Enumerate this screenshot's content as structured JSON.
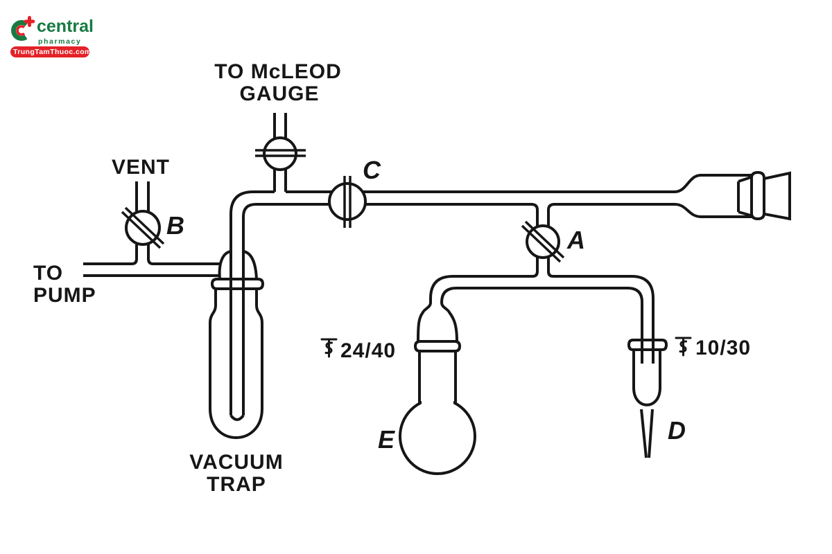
{
  "watermark": {
    "brand": "central",
    "subtitle": "pharmacy",
    "banner": "TrungTamThuoc.com",
    "colors": {
      "green": "#177a42",
      "red": "#e32228"
    }
  },
  "diagram": {
    "stroke_color": "#161616",
    "labels": {
      "mcleod_line1": "TO McLEOD",
      "mcleod_line2": "GAUGE",
      "vent": "VENT",
      "pump_line1": "TO",
      "pump_line2": "PUMP",
      "trap_line1": "VACUUM",
      "trap_line2": "TRAP",
      "stopcock_a": "A",
      "stopcock_b": "B",
      "stopcock_c": "C",
      "receiver_d": "D",
      "flask_e": "E",
      "joint_e": "24/40",
      "joint_d": "10/30"
    }
  }
}
